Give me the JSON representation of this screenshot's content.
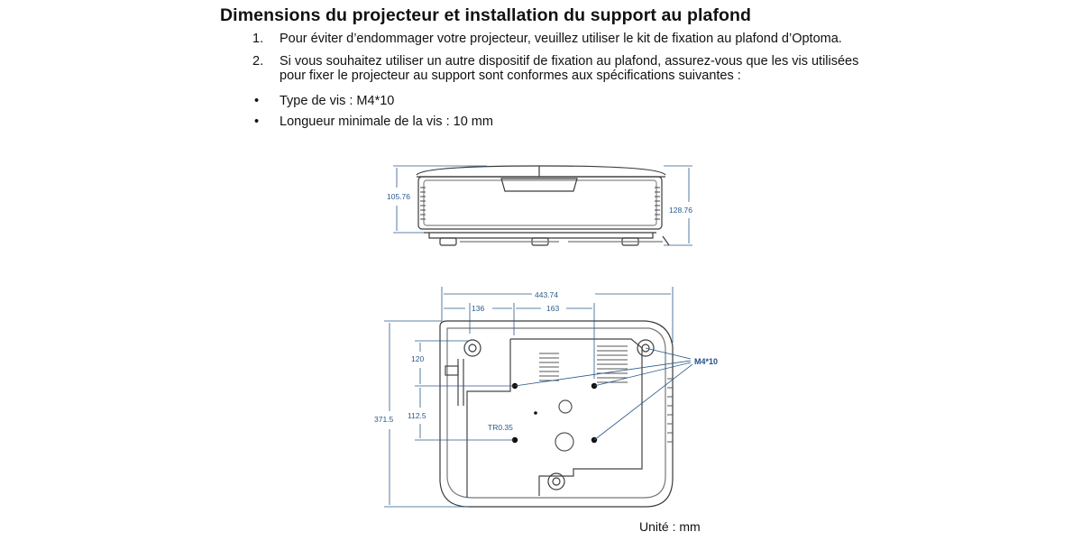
{
  "heading": "Dimensions du projecteur et installation du support au plafond",
  "steps": [
    {
      "number": "1.",
      "text": "Pour éviter d’endommager votre projecteur, veuillez utiliser le kit de fixation au plafond d’Optoma."
    },
    {
      "number": "2.",
      "text": "Si vous souhaitez utiliser un autre dispositif de fixation au plafond, assurez-vous que les vis utilisées pour fixer le projecteur au support sont conformes aux spécifications suivantes :"
    }
  ],
  "bullets": [
    {
      "symbol": "•",
      "text": "Type de vis : M4*10"
    },
    {
      "symbol": "•",
      "text": "Longueur minimale de la vis : 10 mm"
    }
  ],
  "diagram": {
    "front_view": {
      "height_left": "105.76",
      "height_right": "128.76"
    },
    "bottom_view": {
      "total_width": "443.74",
      "offset_136": "136",
      "offset_163": "163",
      "depth_total": "371.5",
      "depth_120": "120",
      "depth_112_5": "112.5",
      "radius_label": "TR0.35",
      "screw_label": "M4*10"
    },
    "line_color": "#2a5a8a"
  },
  "unit_note": "Unité : mm"
}
